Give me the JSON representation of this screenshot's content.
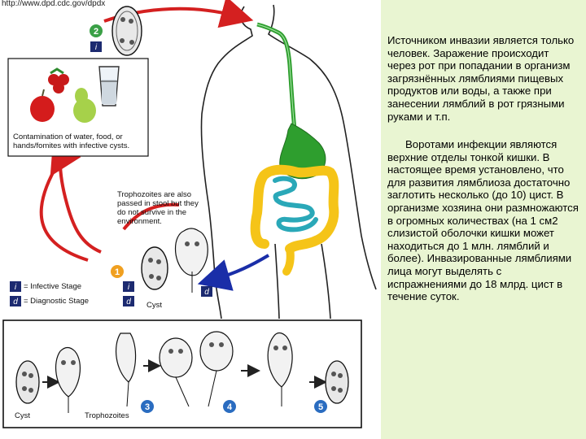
{
  "diagram": {
    "url": "http://www.dpd.cdc.gov/dpdx",
    "contamination_caption": "Contamination of water, food, or hands/fomites with infective cysts.",
    "trophozoites_note": "Trophozoites are also passed in stool but they do not survive in the environment.",
    "legend": {
      "infective_icon": "i",
      "infective_label": "= Infective Stage",
      "diagnostic_icon": "d",
      "diagnostic_label": "= Diagnostic Stage"
    },
    "step_numbers": [
      "1",
      "2",
      "3",
      "4",
      "5"
    ],
    "cyst_label": "Cyst",
    "bottom_cyst_label": "Cyst",
    "trophozoites_label": "Trophozoites",
    "colors": {
      "arrow_red": "#d42020",
      "arrow_blue": "#1a2ea8",
      "stomach_green": "#2e9e2e",
      "colon_yellow": "#f5c418",
      "intestine_teal": "#2aa8b8",
      "step_green": "#3aa046",
      "step_orange": "#f0a020",
      "step_blue": "#2a6cc0",
      "icon_navy": "#1c2a70",
      "panel_green": "#e9f5d2"
    }
  },
  "text": {
    "paragraph1": "Источником инвазии является только человек. Заражение происходит через рот при попадании в организм загрязнённых лямблиями пищевых продуктов или воды, а также при занесении лямблий в рот грязными руками и т.п.",
    "paragraph2": "Воротами инфекции являются верхние отделы тонкой кишки. В настоящее время установлено, что для развития лямблиоза достаточно заглотить несколько (до 10) цист. В организме хозяина они размножаются в огромных количествах (на 1 см2 слизистой оболочки кишки может находиться до 1 млн. лямблий и более). Инвазированные лямблиями лица могут выделять с испражнениями до 18 млрд. цист в течение суток."
  }
}
